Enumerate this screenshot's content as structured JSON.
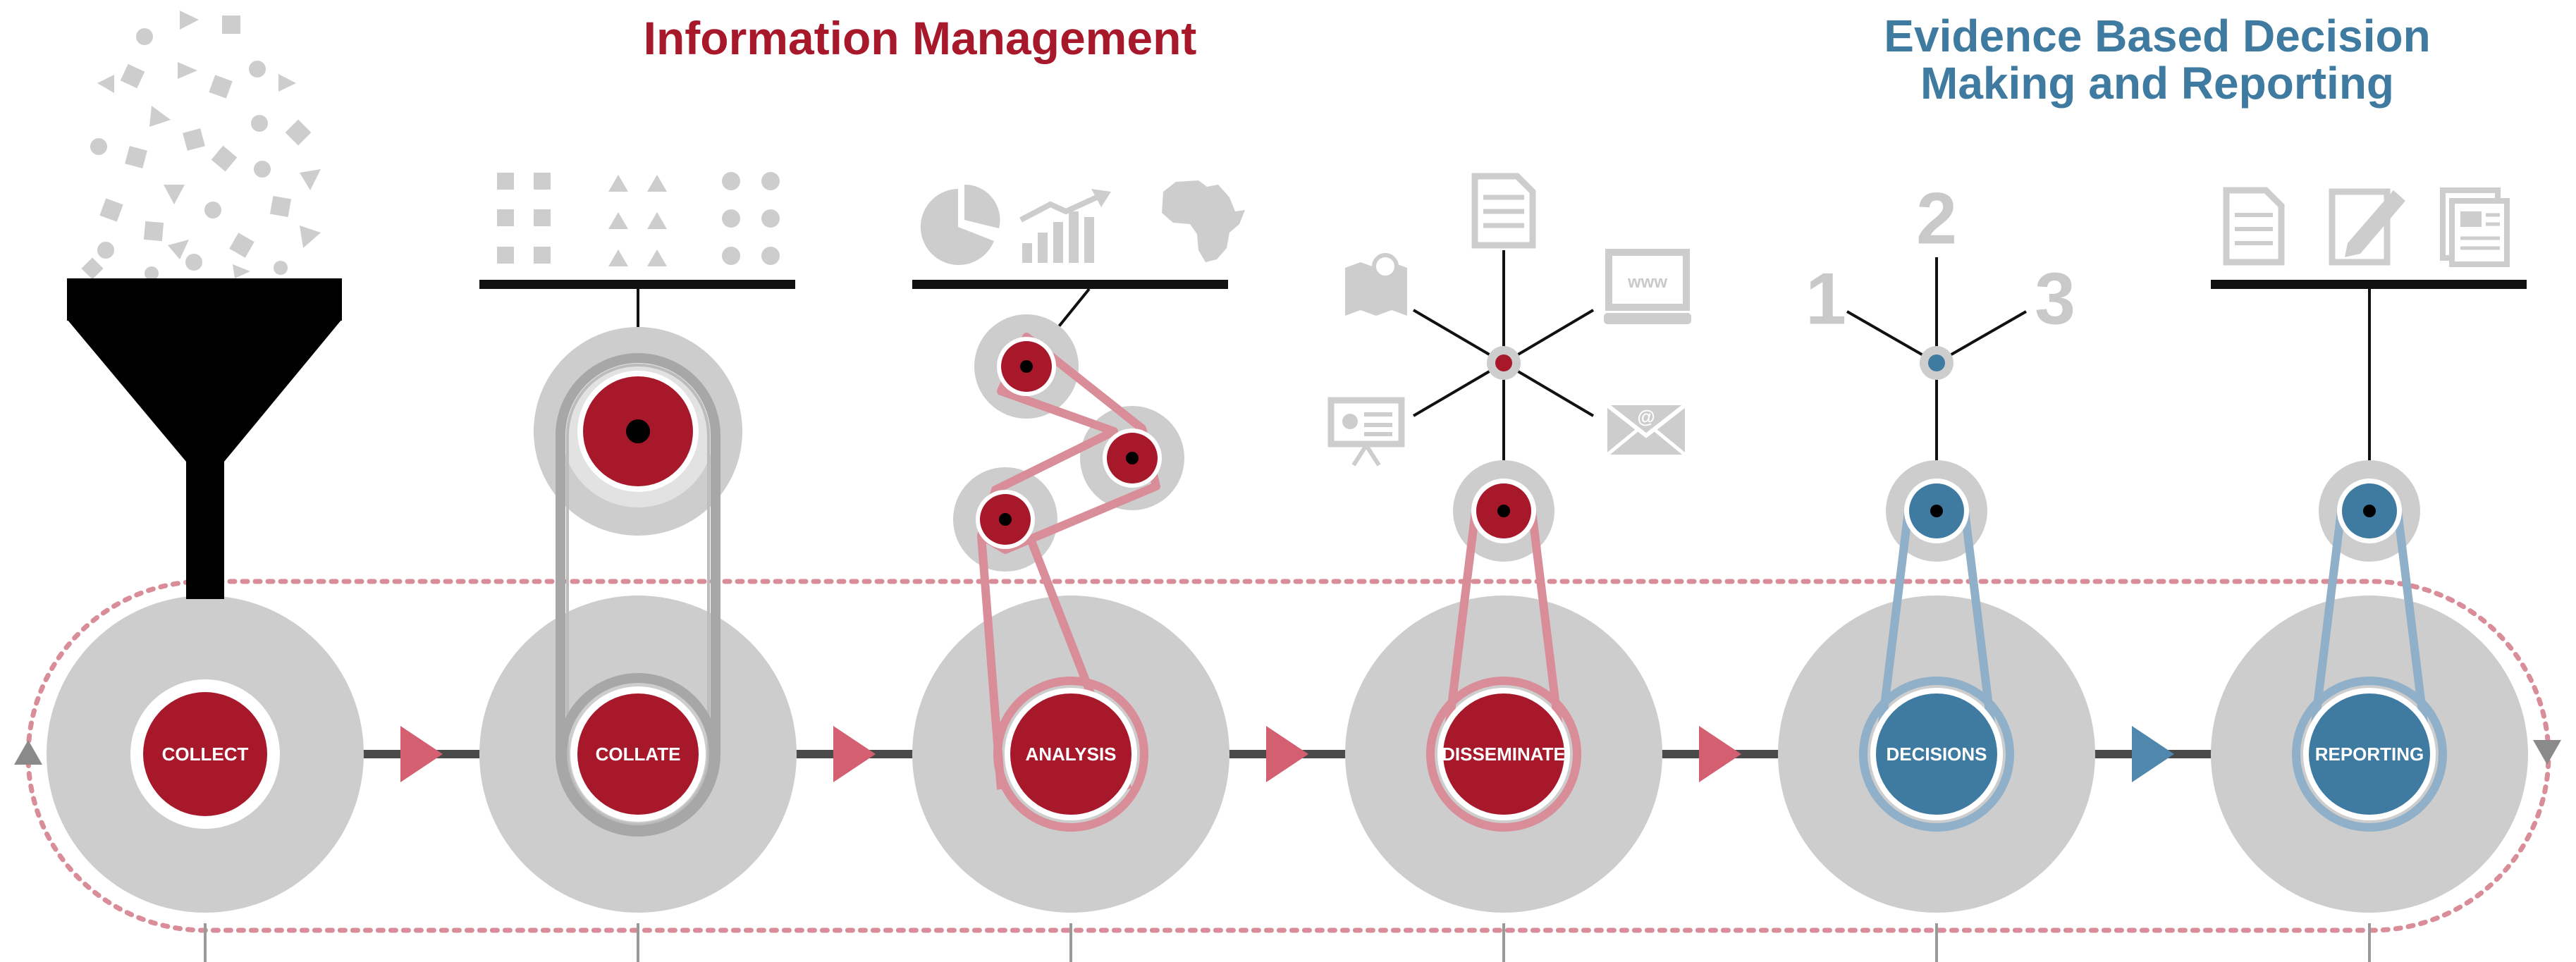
{
  "titles": {
    "information_management": "Information Management",
    "evidence_based": "Evidence Based Decision Making and Reporting"
  },
  "stages": [
    {
      "label": "COLLECT",
      "color": "#a8182b"
    },
    {
      "label": "COLLATE",
      "color": "#a8182b"
    },
    {
      "label": "ANALYSIS",
      "color": "#a8182b"
    },
    {
      "label": "DISSEMINATE",
      "color": "#a8182b"
    },
    {
      "label": "DECISIONS",
      "color": "#3f7aa0"
    },
    {
      "label": "REPORTING",
      "color": "#3f7aa0"
    }
  ],
  "decision_numbers": [
    "1",
    "2",
    "3"
  ],
  "icons": {
    "collect": [
      "scattered-shapes-icon",
      "funnel-icon"
    ],
    "collate": [
      "squares-grid-icon",
      "triangles-grid-icon",
      "circles-grid-icon"
    ],
    "analysis": [
      "pie-chart-icon",
      "bar-chart-icon",
      "africa-map-icon"
    ],
    "disseminate": [
      "document-icon",
      "map-icon",
      "website-icon",
      "presentation-icon",
      "email-icon"
    ],
    "reporting": [
      "report-icon",
      "edit-document-icon",
      "newspaper-icon"
    ]
  },
  "website_icon_text": "www",
  "email_icon_text": "@",
  "colors": {
    "red": "#a8182b",
    "red_light": "#d88d98",
    "blue": "#3f7aa0",
    "blue_light": "#8fb0c8",
    "grey": "#cdcdcd",
    "icon_grey": "#c9c9c9",
    "connector": "#4a4a4a"
  }
}
